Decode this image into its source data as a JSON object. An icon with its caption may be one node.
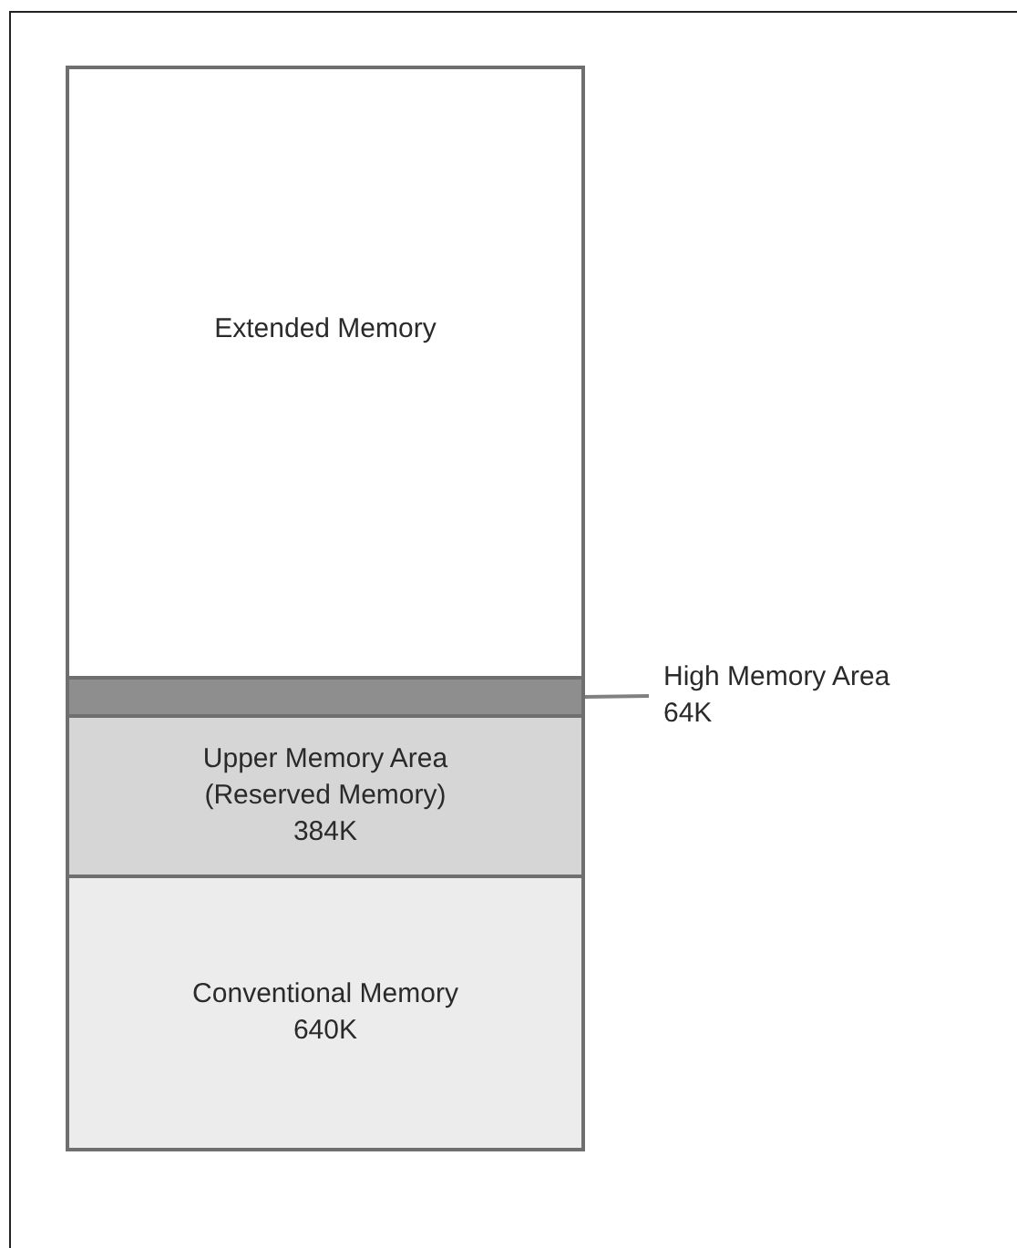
{
  "diagram": {
    "nodes": [
      {
        "text": [
          "Extended Memory"
        ]
      },
      {
        "text": [],
        "shape": "bar"
      },
      {
        "text": [
          "Upper Memory Area (Reserved Memory)",
          "384K"
        ]
      },
      {
        "text": [
          "Conventional Memory",
          "640K"
        ]
      },
      {
        "text": [
          "High Memory Area",
          "64K"
        ]
      }
    ],
    "edges": [
      {
        "from": 4,
        "to": 1,
        "arrow": "none"
      }
    ]
  }
}
